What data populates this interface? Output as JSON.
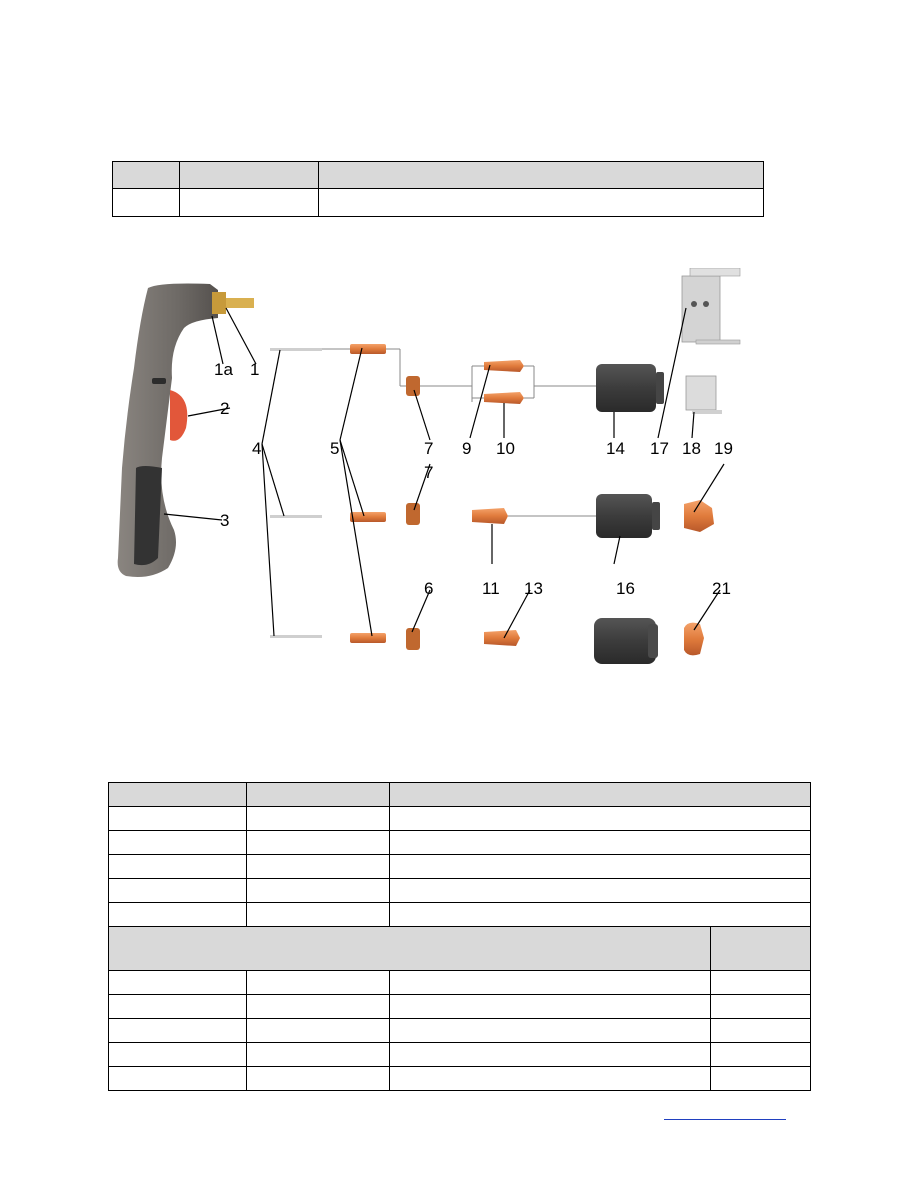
{
  "callouts": {
    "c1a": "1a",
    "c1": "1",
    "c2": "2",
    "c3": "3",
    "c4": "4",
    "c5": "5",
    "c6": "6",
    "c7a": "7",
    "c7b": "7",
    "c9": "9",
    "c10": "10",
    "c11": "11",
    "c13": "13",
    "c14": "14",
    "c16": "16",
    "c17": "17",
    "c18": "18",
    "c19": "19",
    "c21": "21"
  },
  "colors": {
    "copper": "#e07b3c",
    "handle_grey": "#6e6a66",
    "grip_dark": "#333333",
    "trigger": "#e2573a",
    "nozzle_black": "#3c3c3c",
    "table_header": "#d9d9d9",
    "footer_link": "#2040c0"
  }
}
